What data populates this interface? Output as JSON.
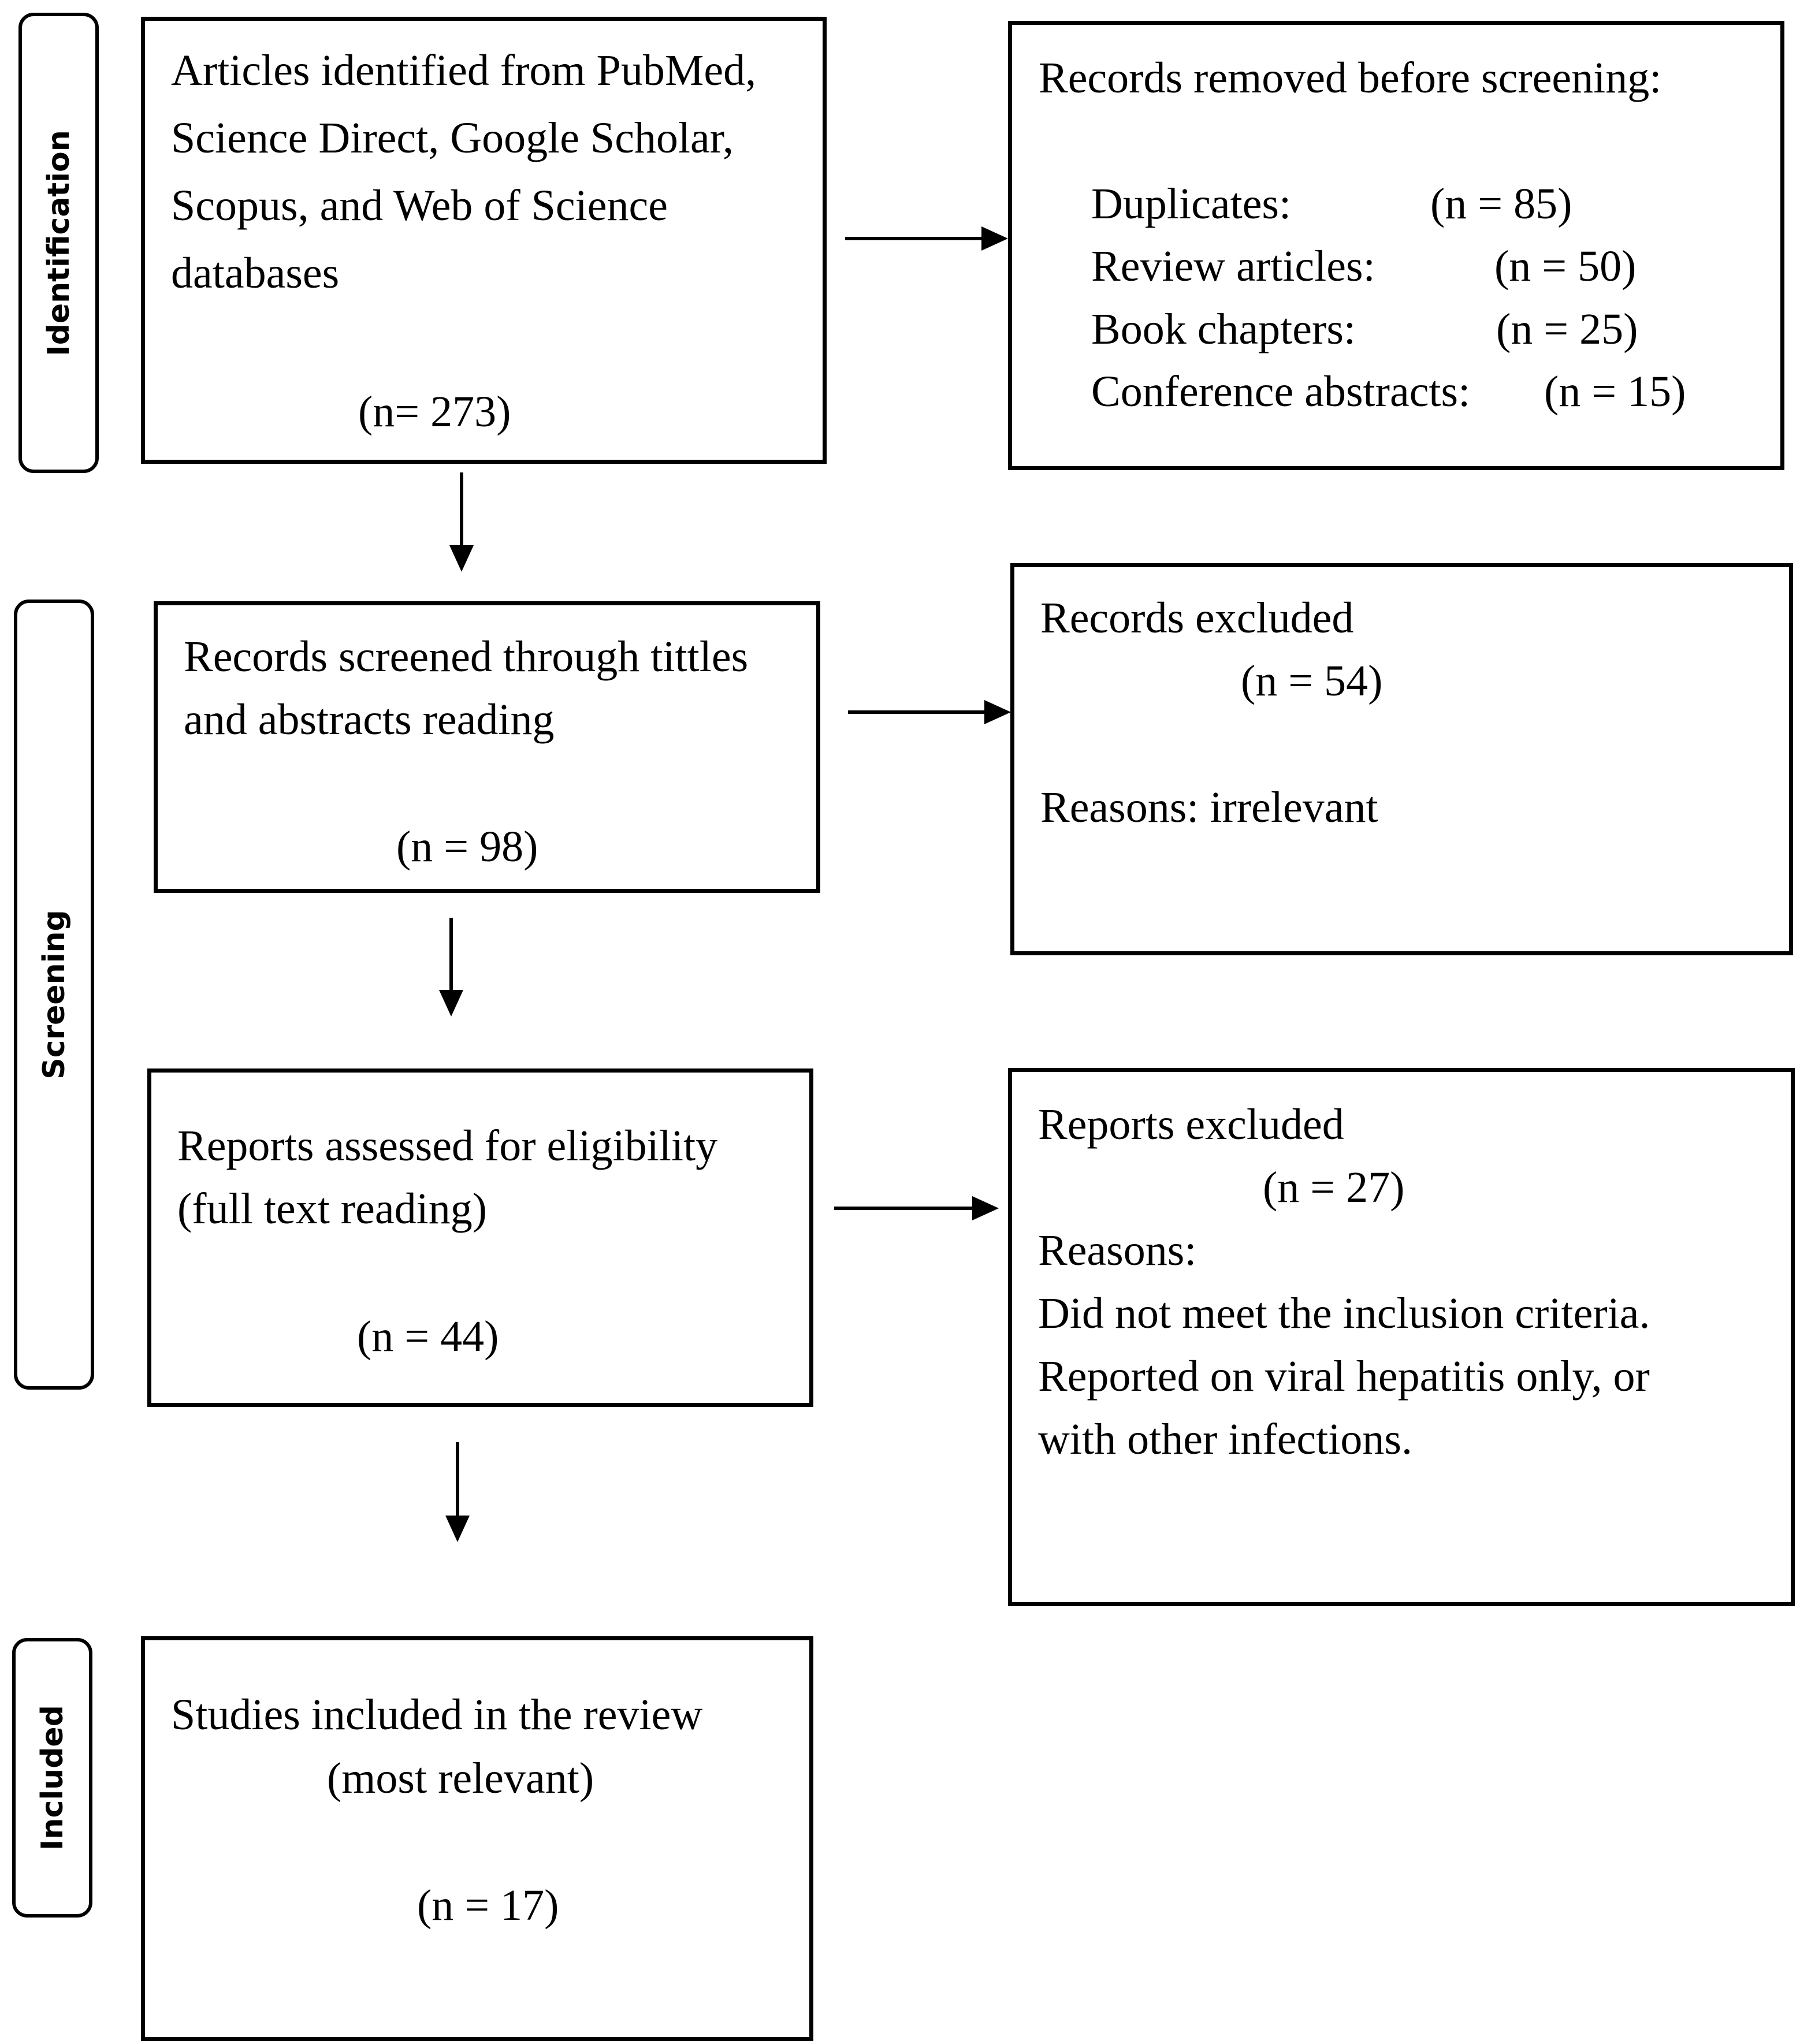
{
  "phases": {
    "identification": "Identification",
    "screening": "Screening",
    "included": "Included"
  },
  "identified": {
    "lines": [
      "Articles identified from PubMed,",
      "Science Direct, Google Scholar,",
      "Scopus, and Web of Science",
      "databases"
    ],
    "count": "(n= 273)"
  },
  "removed": {
    "title": "Records removed before screening:",
    "items": [
      {
        "label": "Duplicates:",
        "count": "(n = 85)"
      },
      {
        "label": "Review articles:",
        "count": "(n = 50)"
      },
      {
        "label": "Book chapters:",
        "count": "(n = 25)"
      },
      {
        "label": "Conference abstracts:",
        "count": "(n = 15)"
      }
    ]
  },
  "screened": {
    "lines": [
      "Records screened through tittles",
      "and abstracts reading"
    ],
    "count": "(n = 98)"
  },
  "records_excluded": {
    "title": "Records excluded",
    "count": "(n = 54)",
    "reasons": "Reasons:  irrelevant"
  },
  "assessed": {
    "lines": [
      "Reports assessed for eligibility",
      "(full text reading)"
    ],
    "count": "(n = 44)"
  },
  "reports_excluded": {
    "title": "Reports excluded",
    "count": "(n = 27)",
    "reasons_label": "Reasons:",
    "reasons": [
      "Did not meet the inclusion criteria.",
      "Reported on viral hepatitis only, or",
      "with other infections."
    ]
  },
  "included": {
    "lines": [
      "Studies included in the review",
      "(most relevant)"
    ],
    "count": "(n = 17)"
  }
}
